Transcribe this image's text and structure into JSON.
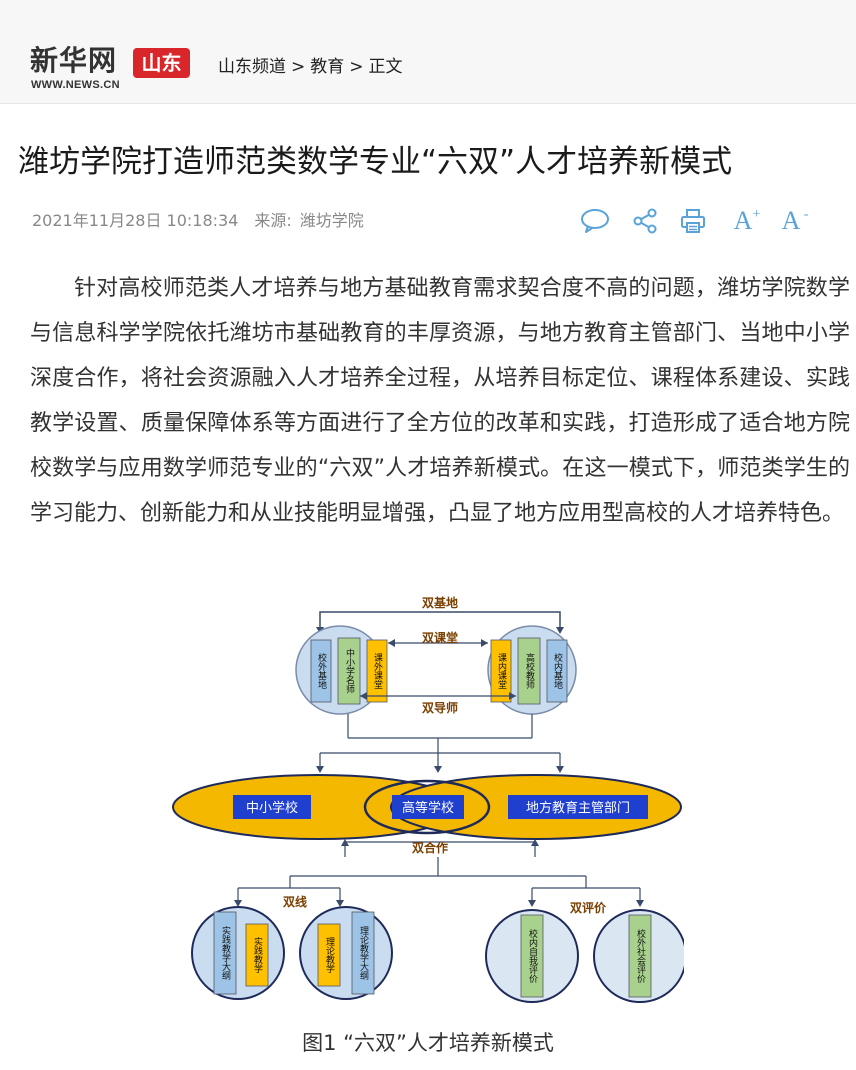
{
  "site": {
    "logo_main": "新华网",
    "logo_region": "山东",
    "logo_url": "WWW.NEWS.CN"
  },
  "breadcrumb": {
    "items": [
      "山东频道",
      "教育",
      "正文"
    ],
    "separator": ">"
  },
  "article": {
    "title": "潍坊学院打造师范类数学专业“六双”人才培养新模式",
    "datetime": "2021年11月28日 10:18:34",
    "source_label": "来源:",
    "source_name": "潍坊学院",
    "body": "针对高校师范类人才培养与地方基础教育需求契合度不高的问题，潍坊学院数学与信息科学学院依托潍坊市基础教育的丰厚资源，与地方教育主管部门、当地中小学深度合作，将社会资源融入人才培养全过程，从培养目标定位、课程体系建设、实践教学设置、质量保障体系等方面进行了全方位的改革和实践，打造形成了适合地方院校数学与应用数学师范专业的“六双”人才培养新模式。在这一模式下，师范类学生的学习能力、创新能力和从业技能明显增强，凸显了地方应用型高校的人才培养特色。"
  },
  "toolbar": {
    "icons": [
      "comment-icon",
      "share-icon",
      "print-icon",
      "font-increase-icon",
      "font-decrease-icon"
    ],
    "font_letter": "A",
    "plus": "+",
    "minus": "-"
  },
  "figure": {
    "caption": "图1 “六双”人才培养新模式",
    "label_base": "双基地",
    "label_classroom": "双课堂",
    "label_mentor": "双导师",
    "label_cooperation": "双合作",
    "label_line": "双线",
    "label_eval": "双评价",
    "left_circle": [
      "校外基地",
      "中小学名师",
      "课外课堂"
    ],
    "right_circle": [
      "课内课堂",
      "高校教师",
      "校内基地"
    ],
    "ellipse_left": "中小学校",
    "ellipse_center": "高等学校",
    "ellipse_right": "地方教育主管部门",
    "bottom_c1": [
      "实践教学大纲",
      "实践教学"
    ],
    "bottom_c2": [
      "理论教学",
      "理论教学大纲"
    ],
    "bottom_c3": "校内自我评价",
    "bottom_c4": "校外社会评价",
    "colors": {
      "circle_fill": "#c9dcf0",
      "ellipse_fill": "#f5b800",
      "navy_box": "#1f3fcf",
      "green_box": "#a9d18e",
      "yellow_box": "#ffc000",
      "blue_box": "#9dc3e6",
      "label_brown": "#7b3f00"
    }
  }
}
